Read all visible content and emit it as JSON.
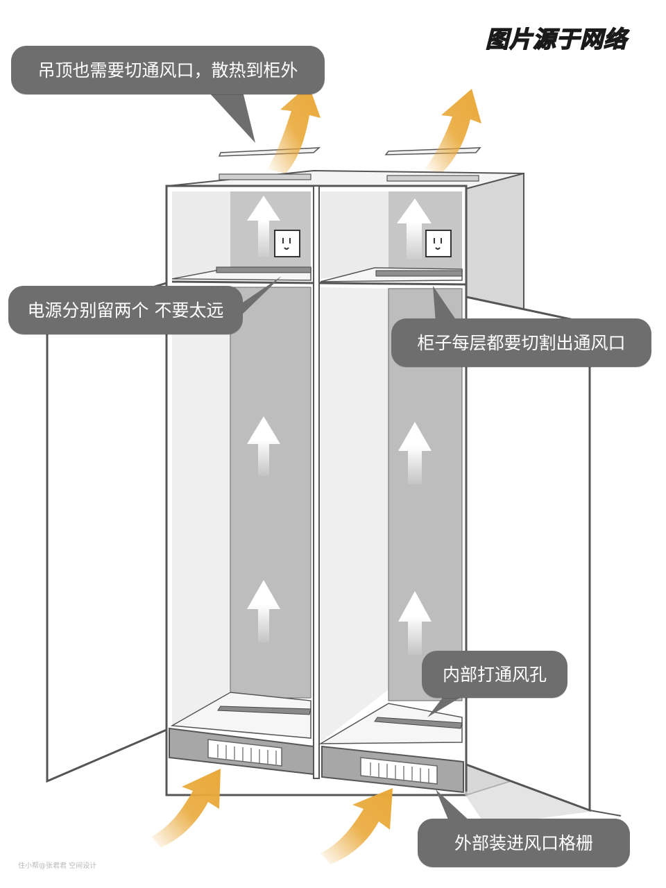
{
  "source_tag": "图片源于网络",
  "callouts": {
    "ceiling_vent": "吊顶也需要切通风口，散热到柜外",
    "power_outlets": "电源分别留两个 不要太远",
    "shelf_vents": "柜子每层都要切割出通风口",
    "inner_holes": "内部打通风孔",
    "outer_grille": "外部装进风口格栅"
  },
  "watermark": "住小帮@张君君 空间设计",
  "colors": {
    "callout_bg": "#6e6e6e",
    "callout_text": "#ffffff",
    "cabinet_outline": "#555555",
    "cabinet_back": "#bdbdbd",
    "cabinet_side": "#e2e2e2",
    "airflow_arrow": "#e9a93a",
    "inner_arrow": "#ffffff"
  },
  "icons": [
    "power-outlet-icon",
    "vent-grille-icon",
    "airflow-arrow-icon",
    "up-arrow-icon"
  ]
}
